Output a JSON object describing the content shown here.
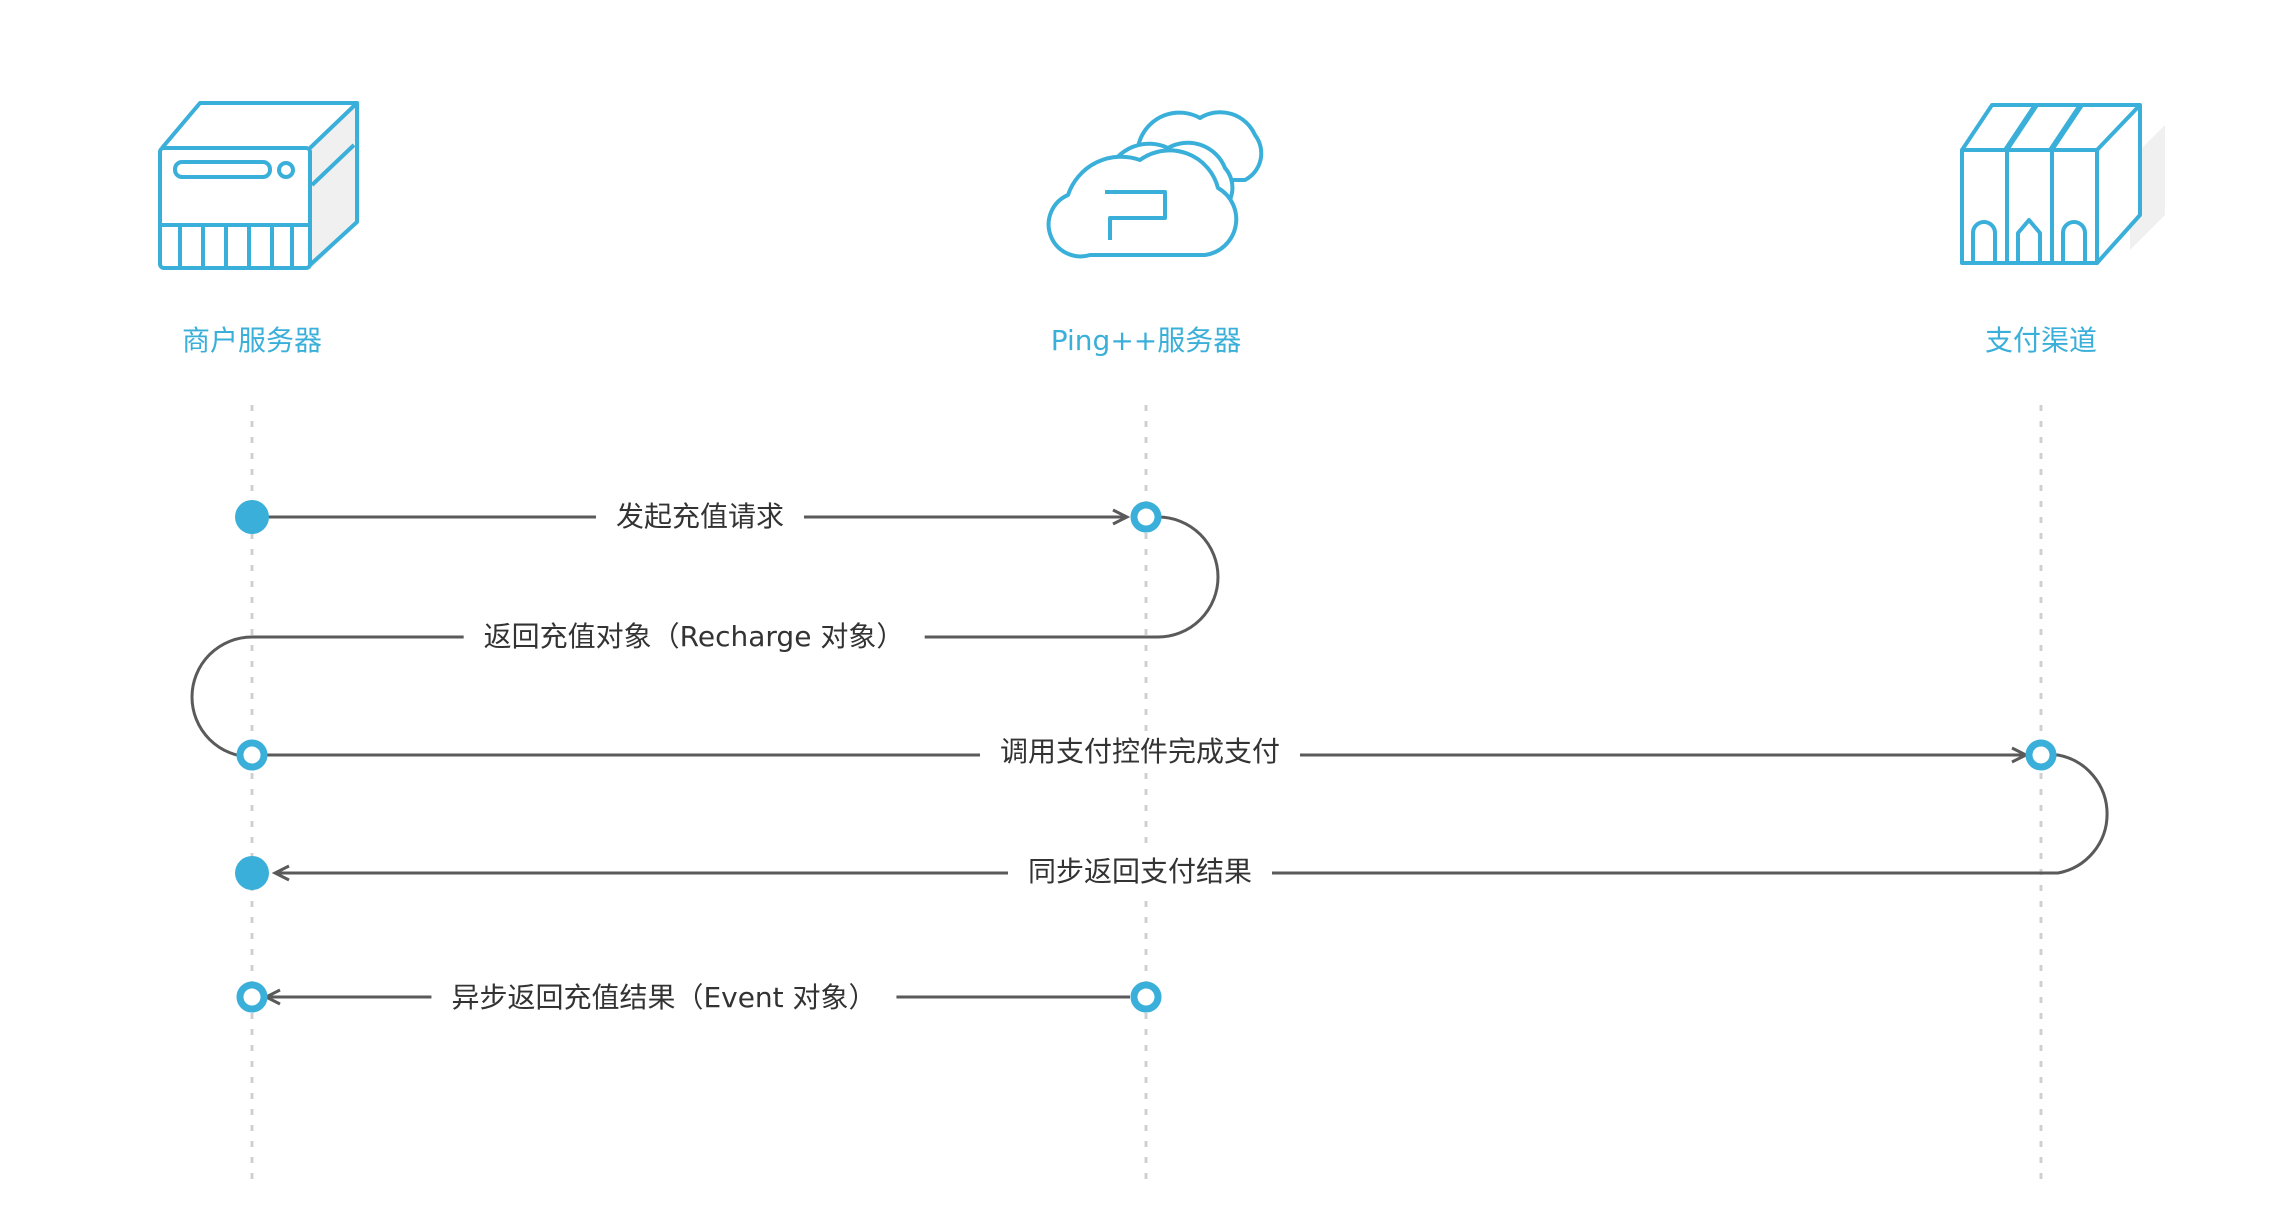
{
  "actors": [
    {
      "label": "商户服务器",
      "icon": "server-icon"
    },
    {
      "label": "Ping++服务器",
      "icon": "cloud-icon"
    },
    {
      "label": "支付渠道",
      "icon": "payment-channel-icon"
    }
  ],
  "messages": [
    {
      "label": "发起充值请求"
    },
    {
      "label": "返回充值对象（Recharge 对象）"
    },
    {
      "label": "调用支付控件完成支付"
    },
    {
      "label": "同步返回支付结果"
    },
    {
      "label": "异步返回充值结果（Event 对象）"
    }
  ],
  "colors": {
    "accent": "#3aafd9",
    "line": "#5a5a5a",
    "lifeline": "#d0d0d0",
    "shadow": "#eeeeee"
  }
}
